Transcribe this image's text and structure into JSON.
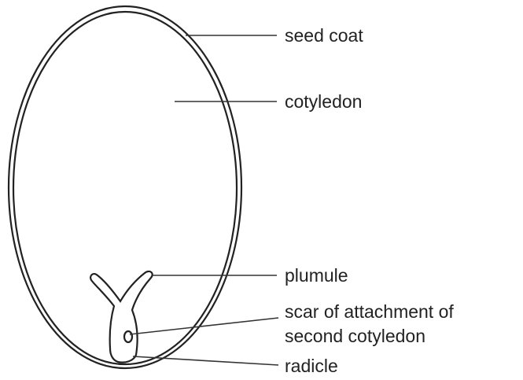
{
  "diagram": {
    "labels": {
      "seed_coat": "seed coat",
      "cotyledon": "cotyledon",
      "plumule": "plumule",
      "scar_line1": "scar of attachment of",
      "scar_line2": "second cotyledon",
      "radicle": "radicle"
    },
    "colors": {
      "line": "#222222",
      "text": "#222222",
      "background": "#ffffff"
    }
  }
}
